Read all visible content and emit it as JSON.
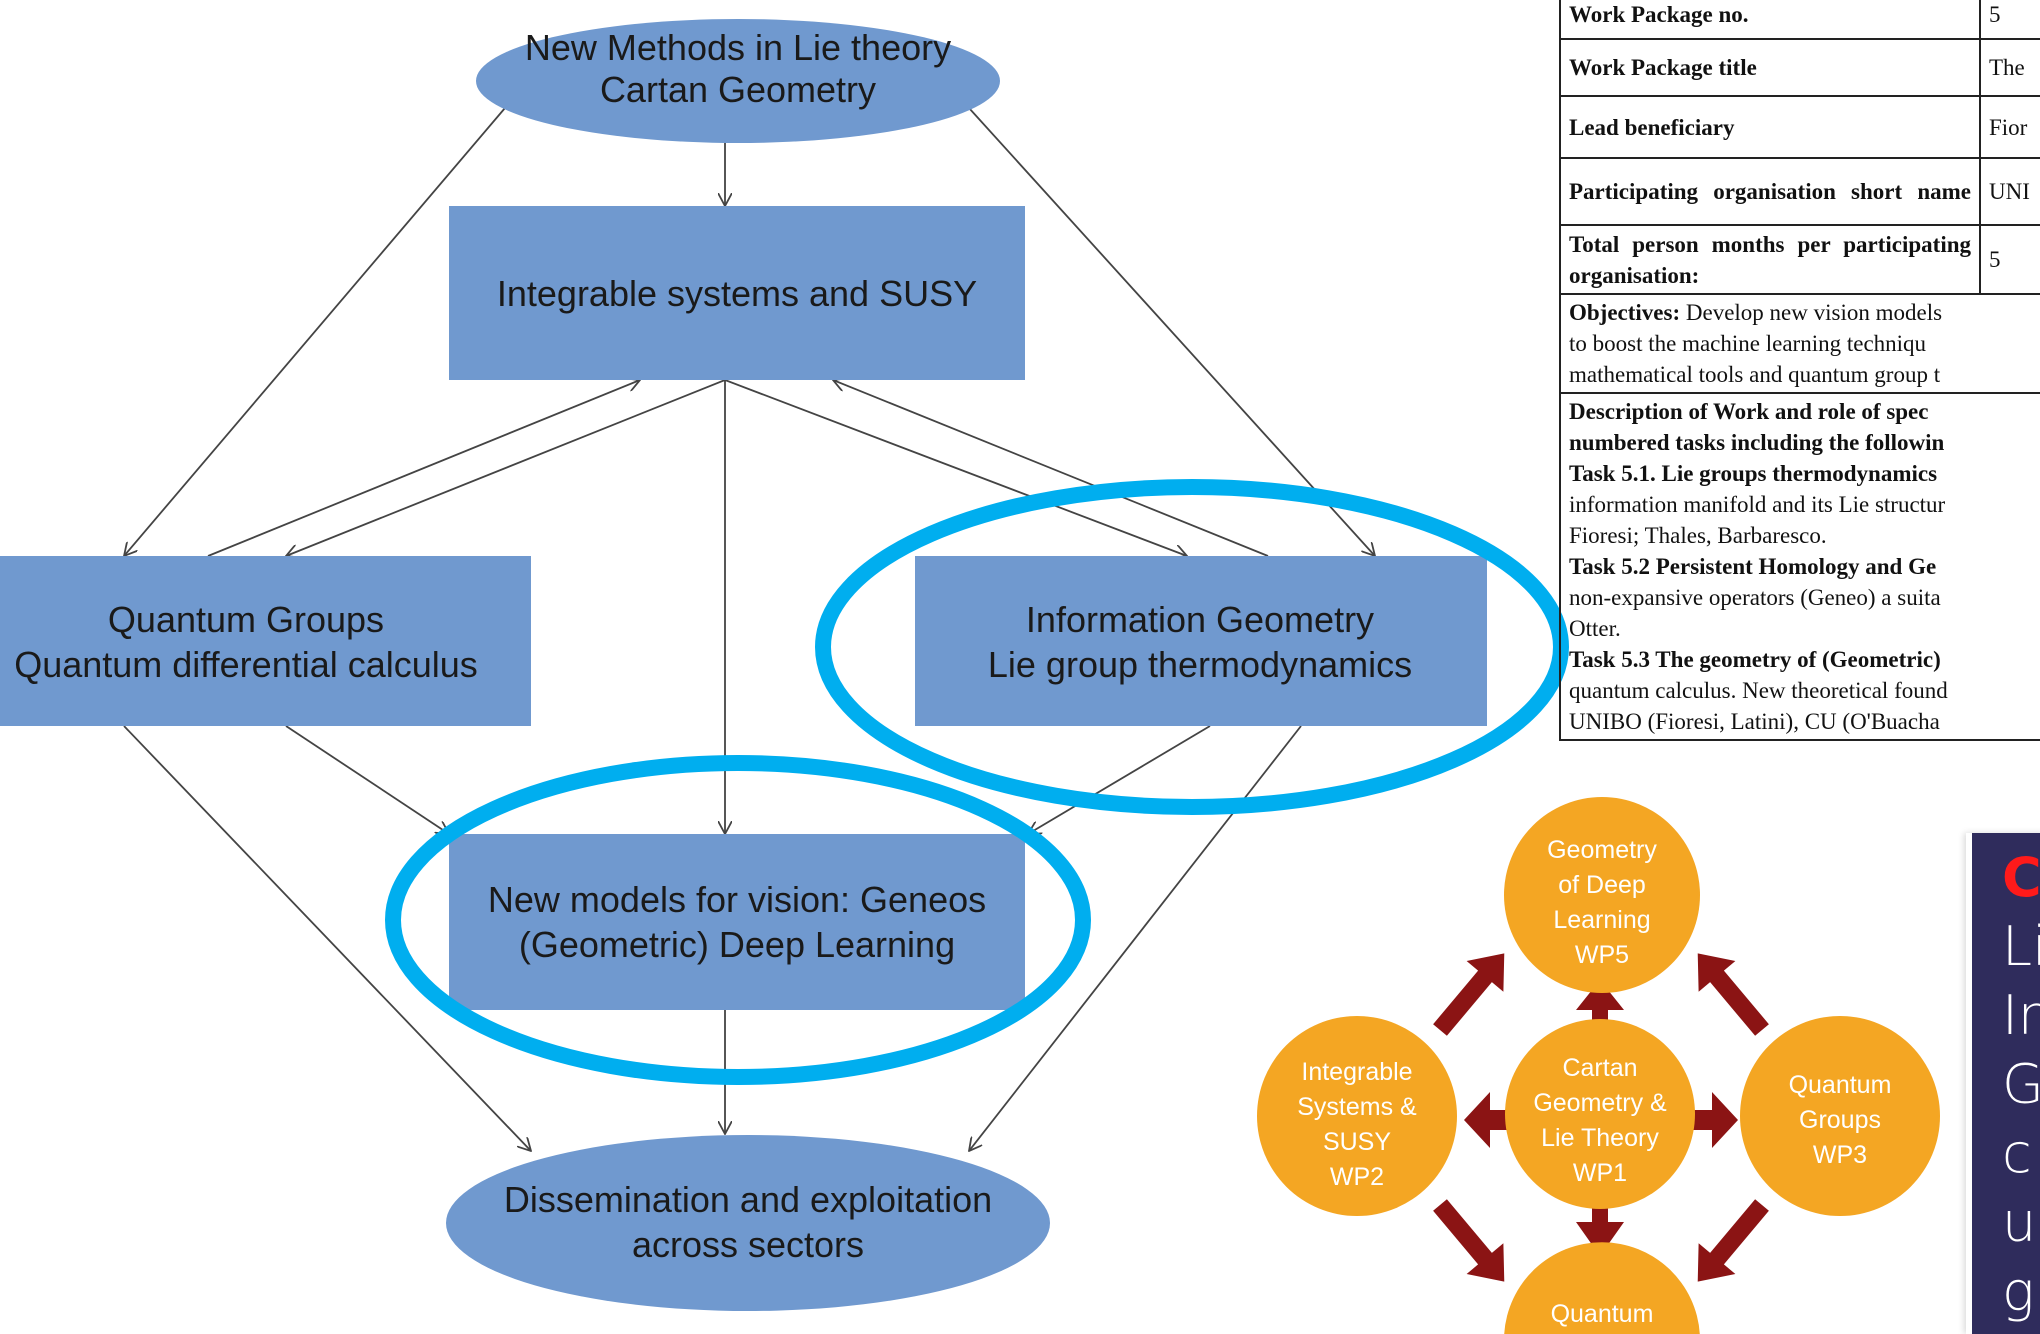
{
  "flowchart": {
    "top": [
      "New Methods in Lie theory",
      "Cartan Geometry"
    ],
    "integrable": "Integrable systems and SUSY",
    "quantum_groups": [
      "Quantum Groups",
      "Quantum differential calculus"
    ],
    "info_geometry": [
      "Information Geometry",
      "Lie group thermodynamics"
    ],
    "new_models": [
      "New models for vision: Geneos",
      "(Geometric) Deep Learning"
    ],
    "dissemination": [
      "Dissemination and exploitation",
      "across sectors"
    ]
  },
  "table": {
    "rows": [
      {
        "key": "Work Package no.",
        "value": "5"
      },
      {
        "key": "Work Package title",
        "value": "The"
      },
      {
        "key": "Lead beneficiary",
        "value": "Fior"
      },
      {
        "key": "Participating organisation short name",
        "value": "UNI"
      },
      {
        "key": "Total person months per participating organisation:",
        "value": "5"
      }
    ],
    "objectives_label": "Objectives:",
    "objectives_lines": [
      " Develop new vision models",
      "to boost the machine learning techniqu",
      "mathematical tools and quantum group t"
    ],
    "description_lines": [
      "Description of Work and role of spec",
      "numbered tasks including the followin"
    ],
    "task1_title": "Task 5.1. Lie groups thermodynamics",
    "task1_lines": [
      "information manifold and its Lie structur",
      "Fioresi; Thales, Barbaresco."
    ],
    "task2_title": "Task 5.2 Persistent Homology and Ge",
    "task2_lines": [
      "non-expansive operators (Geneo) a suita",
      "Otter."
    ],
    "task3_title": "Task 5.3 The geometry of (Geometric)",
    "task3_lines": [
      "quantum calculus. New theoretical found",
      "UNIBO (Fioresi, Latini), CU (O'Buacha"
    ]
  },
  "wp_diagram": {
    "wp5": [
      "Geometry",
      "of Deep",
      "Learning",
      "WP5"
    ],
    "wp2": [
      "Integrable",
      "Systems &",
      "SUSY",
      "WP2"
    ],
    "wp1": [
      "Cartan",
      "Geometry &",
      "Lie Theory",
      "WP1"
    ],
    "wp3": [
      "Quantum",
      "Groups",
      "WP3"
    ],
    "wp4": [
      "Quantum"
    ]
  },
  "side_box": {
    "heading": "C",
    "lines": [
      "Li",
      "In",
      "G",
      "c",
      "u",
      "g"
    ]
  },
  "colors": {
    "box_blue": "#7099cf",
    "highlight_ring": "#00aeef",
    "orange": "#f4a623",
    "arrow_red": "#8b1414",
    "side_box": "#2f2c5c"
  }
}
